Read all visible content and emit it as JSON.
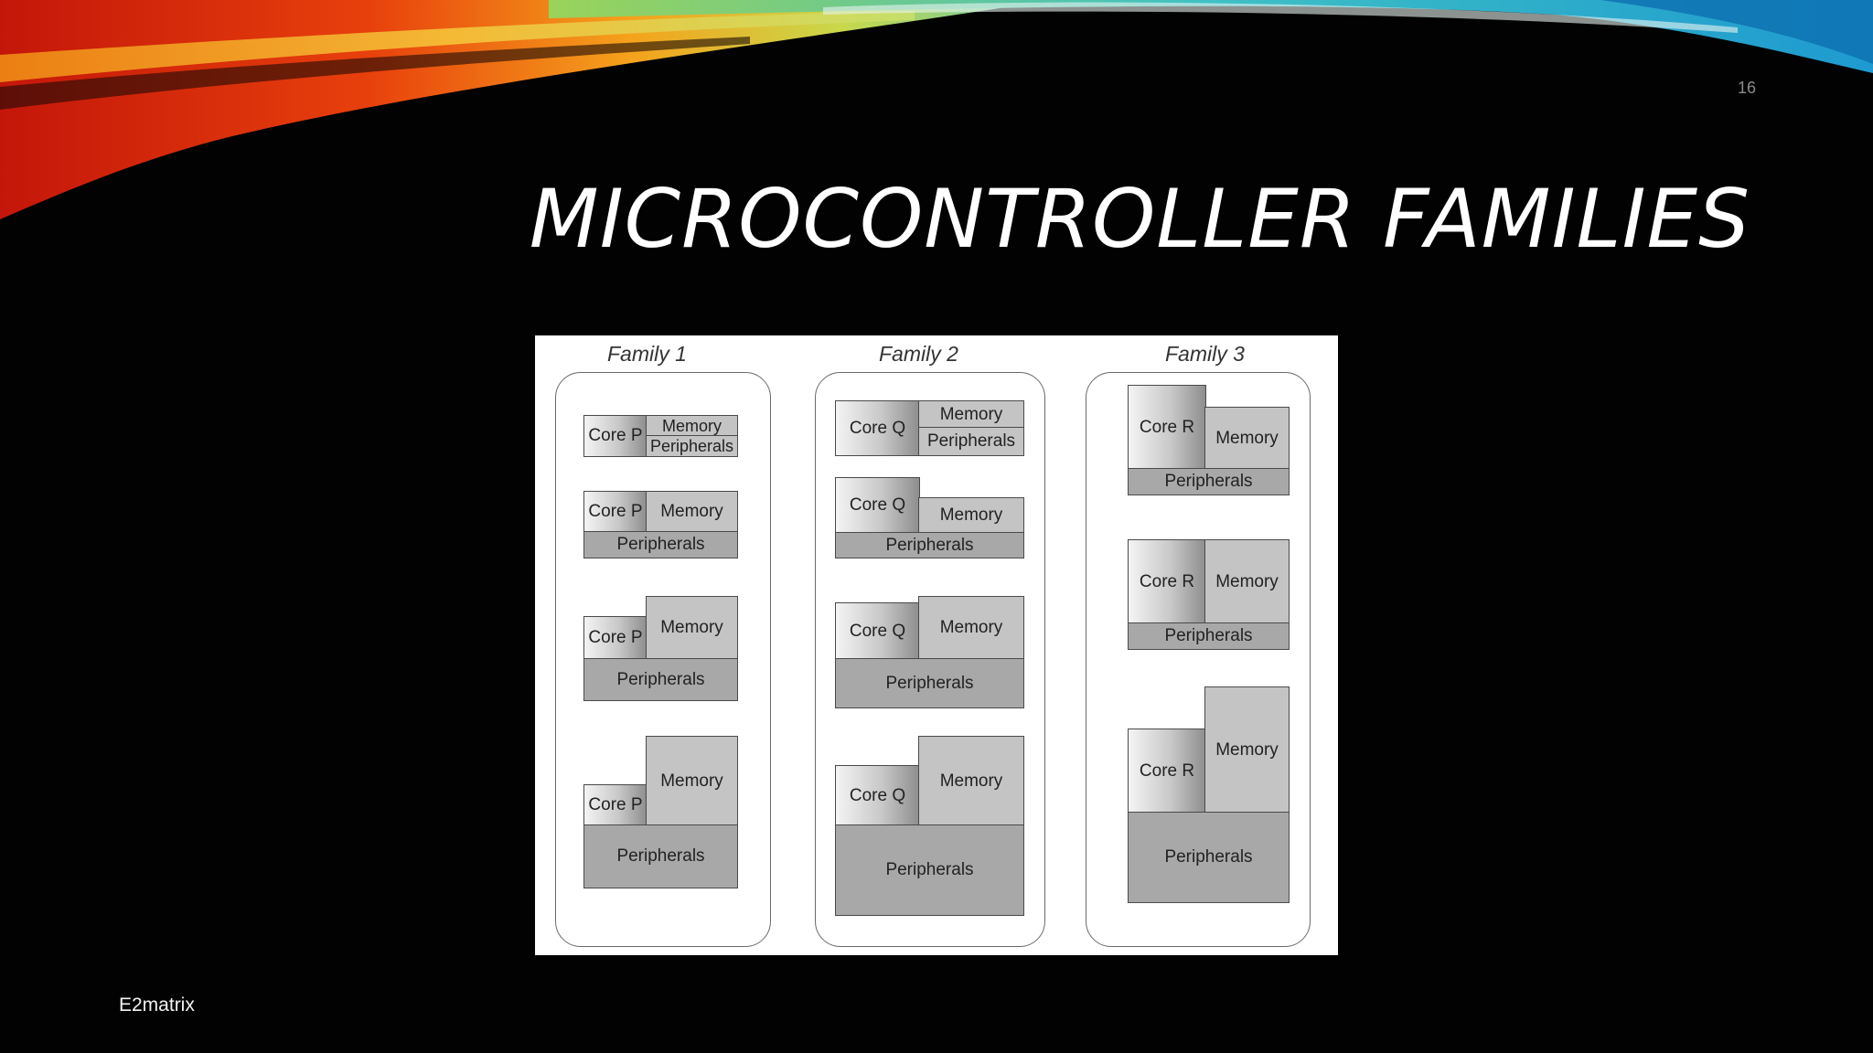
{
  "slide": {
    "number": "16",
    "title": "MICROCONTROLLER FAMILIES",
    "footer": "E2matrix"
  },
  "colors": {
    "background": "#000000",
    "title": "#ffffff",
    "figure_bg": "#ffffff"
  },
  "diagram": {
    "families": [
      {
        "label": "Family 1",
        "core": "Core P",
        "memory": "Memory",
        "peripherals": "Peripherals"
      },
      {
        "label": "Family 2",
        "core": "Core Q",
        "memory": "Memory",
        "peripherals": "Peripherals"
      },
      {
        "label": "Family 3",
        "core": "Core R",
        "memory": "Memory",
        "peripherals": "Peripherals"
      }
    ]
  }
}
